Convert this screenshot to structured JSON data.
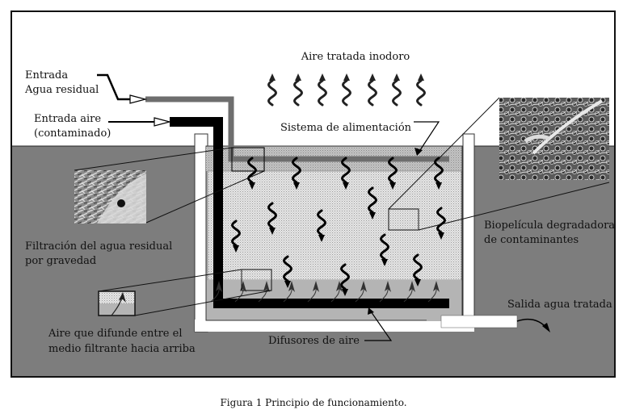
{
  "figure": {
    "caption": "Figura 1 Principio de funcionamiento.",
    "colors": {
      "ground": "#7d7d7d",
      "frame": "#111111",
      "sky": "#ffffff",
      "tank_wall": "#ffffff",
      "filter_media": "#e3e3e3",
      "top_layer": "#bdbdbd",
      "bottom_layer": "#b4b4b4",
      "water_pipe": "#6e6e6e",
      "air_pipe": "#000000",
      "outlet": "#ffffff"
    },
    "labels": {
      "treated_air": "Aire tratada inodoro",
      "feed_system": "Sistema de alimentación",
      "wastewater_inlet_line1": "Entrada",
      "wastewater_inlet_line2": "Agua residual",
      "air_inlet_line1": "Entrada aire",
      "air_inlet_line2": "(contaminado)",
      "gravity_filtration_line1": "Filtración del agua residual",
      "gravity_filtration_line2": "por gravedad",
      "biofilm_line1": "Biopelícula degradadora",
      "biofilm_line2": "de contaminantes",
      "treated_water_outlet": "Salida agua tratada",
      "air_diffusing_line1": "Aire que difunde entre el",
      "air_diffusing_line2": "medio filtrante hacia arriba",
      "air_diffusers": "Difusores de aire"
    },
    "insets": {
      "pipe_photo": "photo of perforated feed pipe on filter media",
      "biofilm_photo": "micrograph of biofilm"
    },
    "counts": {
      "treated_air_arrows": 7,
      "downward_water_arrows": 14,
      "diffuser_air_arrows": 9
    }
  }
}
